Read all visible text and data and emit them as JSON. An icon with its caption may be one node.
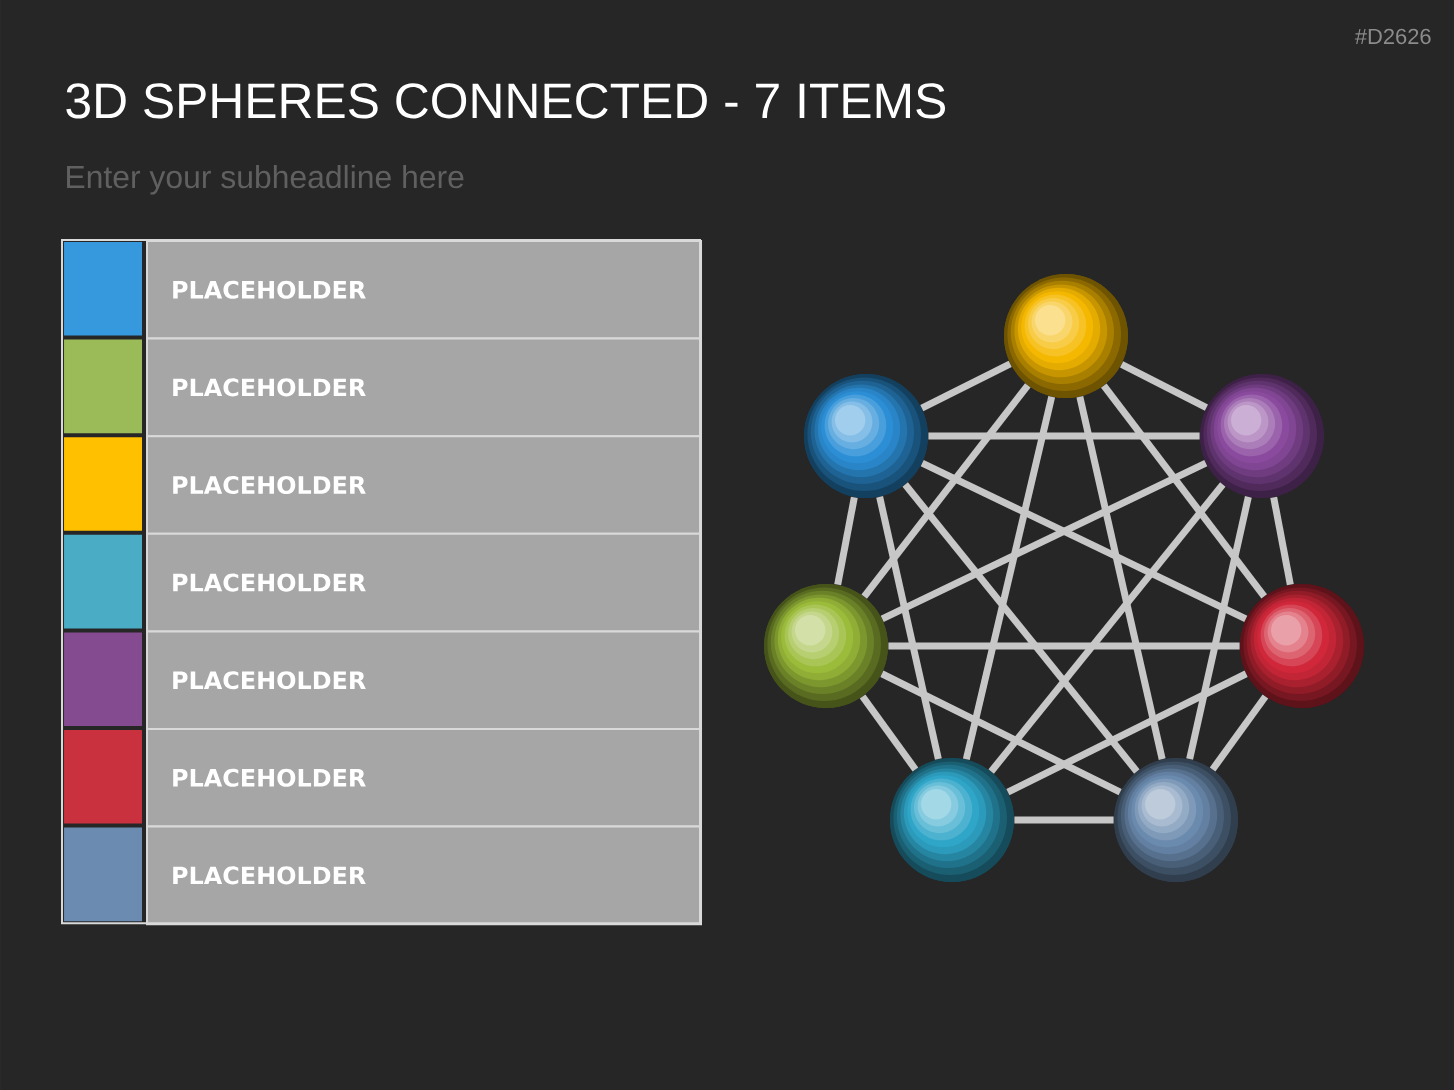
{
  "diagram": {
    "title": "3D SPHERES CONNECTED - 7 ITEMS",
    "nodes": [
      {
        "text": [],
        "shape": "circle"
      },
      {
        "text": [],
        "shape": "circle"
      },
      {
        "text": [],
        "shape": "circle"
      },
      {
        "text": [],
        "shape": "circle"
      },
      {
        "text": [],
        "shape": "circle"
      },
      {
        "text": [],
        "shape": "circle"
      },
      {
        "text": [],
        "shape": "circle"
      }
    ],
    "edges": [
      {
        "from": 0,
        "to": 1,
        "arrow": "none"
      },
      {
        "from": 0,
        "to": 2,
        "arrow": "none"
      },
      {
        "from": 0,
        "to": 3,
        "arrow": "none"
      },
      {
        "from": 0,
        "to": 4,
        "arrow": "none"
      },
      {
        "from": 0,
        "to": 5,
        "arrow": "none"
      },
      {
        "from": 0,
        "to": 6,
        "arrow": "none"
      },
      {
        "from": 1,
        "to": 2,
        "arrow": "none"
      },
      {
        "from": 1,
        "to": 3,
        "arrow": "none"
      },
      {
        "from": 1,
        "to": 4,
        "arrow": "none"
      },
      {
        "from": 1,
        "to": 5,
        "arrow": "none"
      },
      {
        "from": 1,
        "to": 6,
        "arrow": "none"
      },
      {
        "from": 2,
        "to": 3,
        "arrow": "none"
      },
      {
        "from": 2,
        "to": 4,
        "arrow": "none"
      },
      {
        "from": 2,
        "to": 5,
        "arrow": "none"
      },
      {
        "from": 2,
        "to": 6,
        "arrow": "none"
      },
      {
        "from": 3,
        "to": 4,
        "arrow": "none"
      },
      {
        "from": 3,
        "to": 5,
        "arrow": "none"
      },
      {
        "from": 3,
        "to": 6,
        "arrow": "none"
      },
      {
        "from": 4,
        "to": 5,
        "arrow": "none"
      },
      {
        "from": 4,
        "to": 6,
        "arrow": "none"
      },
      {
        "from": 5,
        "to": 6,
        "arrow": "none"
      }
    ],
    "labels": [
      "#D2626",
      "Enter your subheadline here"
    ],
    "legend": [
      {
        "text": "PLACEHOLDER",
        "color": "#3799dd"
      },
      {
        "text": "PLACEHOLDER",
        "color": "#9bbb59"
      },
      {
        "text": "PLACEHOLDER",
        "color": "#ffc000"
      },
      {
        "text": "PLACEHOLDER",
        "color": "#4bacc6"
      },
      {
        "text": "PLACEHOLDER",
        "color": "#844b91"
      },
      {
        "text": "PLACEHOLDER",
        "color": "#c9313f"
      },
      {
        "text": "PLACEHOLDER",
        "color": "#6b8bb0"
      }
    ]
  }
}
